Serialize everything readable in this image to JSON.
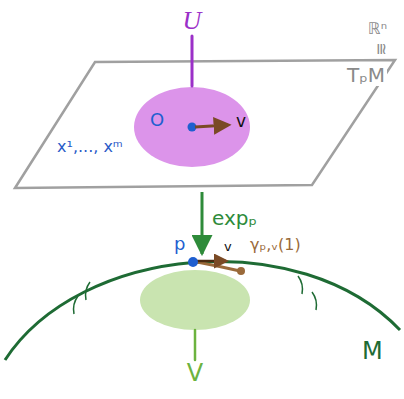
{
  "diagram": {
    "nodes": [
      {
        "text": [
          "x¹,..., xᵐ"
        ]
      },
      {
        "text": [
          "U"
        ],
        "in": 0
      },
      {
        "text": [
          "V"
        ]
      }
    ],
    "edges": [
      {
        "from": 1,
        "to": 2,
        "arrow": "to",
        "label": "expₚ"
      }
    ],
    "labels": [
      "ℝⁿ",
      "≅",
      "TₚM",
      "O",
      "v",
      "p",
      "v",
      "γₚ,ᵥ(1)",
      "M"
    ]
  }
}
